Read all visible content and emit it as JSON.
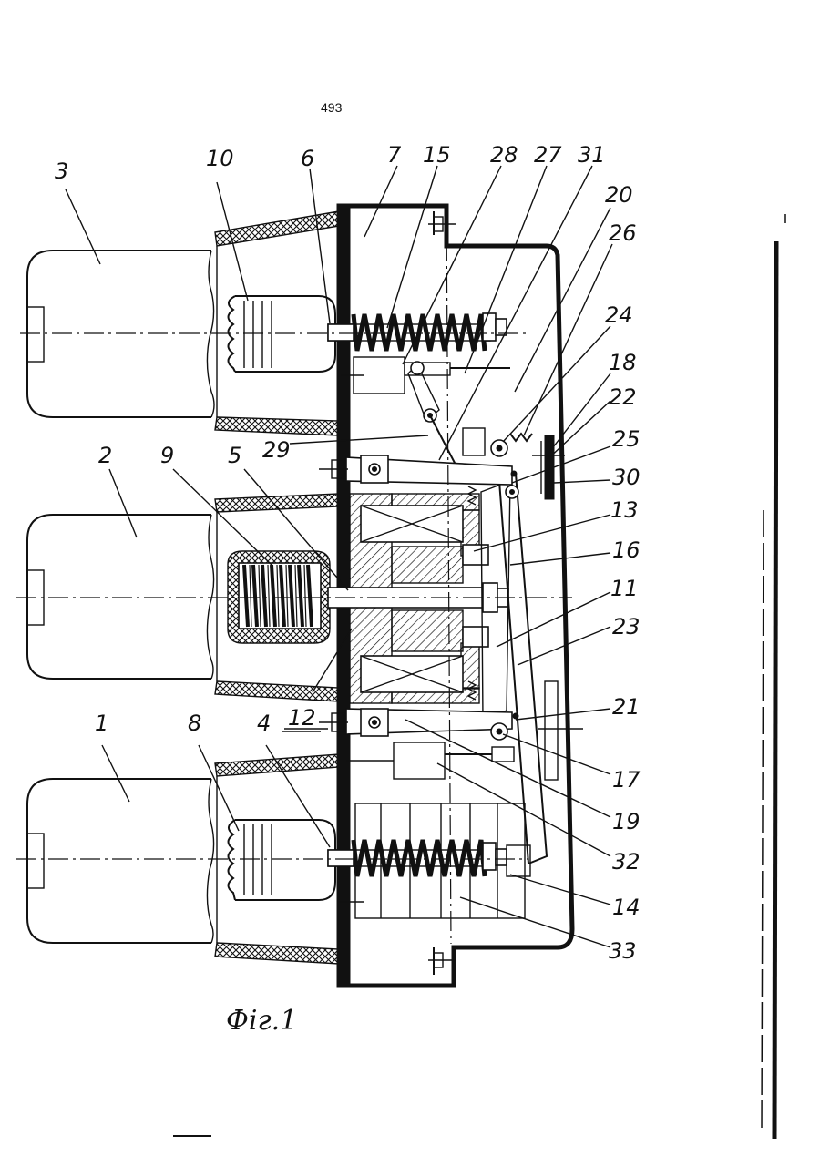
{
  "page_number": "493",
  "figure_caption": "Фiг.1",
  "callouts": {
    "c1": "1",
    "c2": "2",
    "c3": "3",
    "c4": "4",
    "c5": "5",
    "c6": "6",
    "c7": "7",
    "c8": "8",
    "c9": "9",
    "c10": "10",
    "c11": "11",
    "c12": "12",
    "c13": "13",
    "c14": "14",
    "c15": "15",
    "c16": "16",
    "c17": "17",
    "c18": "18",
    "c19": "19",
    "c20": "20",
    "c21": "21",
    "c22": "22",
    "c23": "23",
    "c24": "24",
    "c25": "25",
    "c26": "26",
    "c27": "27",
    "c28": "28",
    "c29": "29",
    "c30": "30",
    "c31": "31",
    "c32": "32",
    "c33": "33"
  }
}
